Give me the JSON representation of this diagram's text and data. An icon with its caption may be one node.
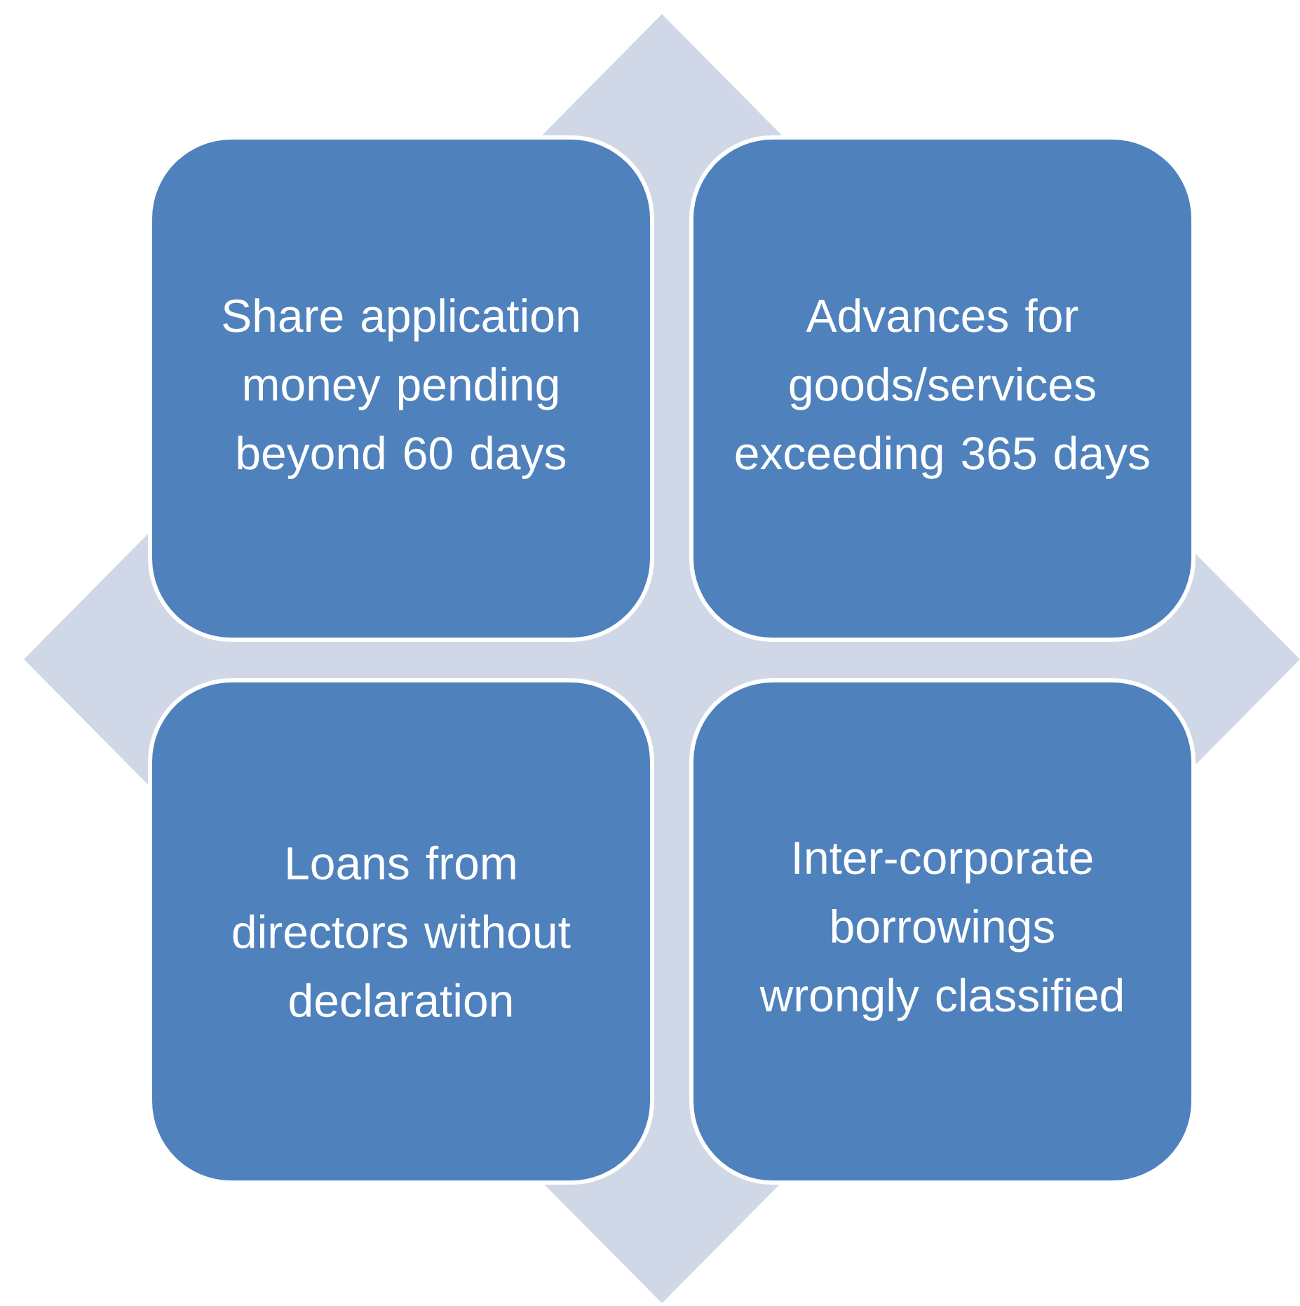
{
  "diagram": {
    "nodes": [
      {
        "text": [
          "Share application money pending beyond 60 days"
        ]
      },
      {
        "text": [
          "Advances for goods/services exceeding 365 days"
        ]
      },
      {
        "text": [
          "Loans from directors without declaration"
        ]
      },
      {
        "text": [
          "Inter-corporate borrowings wrongly classified"
        ]
      }
    ]
  }
}
